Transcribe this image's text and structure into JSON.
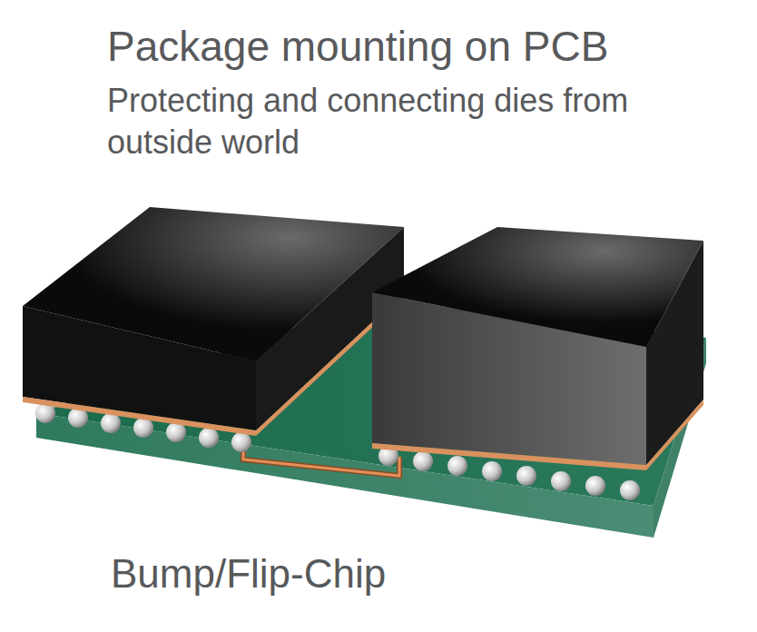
{
  "diagram": {
    "title": "Package mounting on PCB",
    "caption": "Bump/Flip-Chip",
    "labels": [
      "Protecting and connecting dies from outside world"
    ]
  }
}
